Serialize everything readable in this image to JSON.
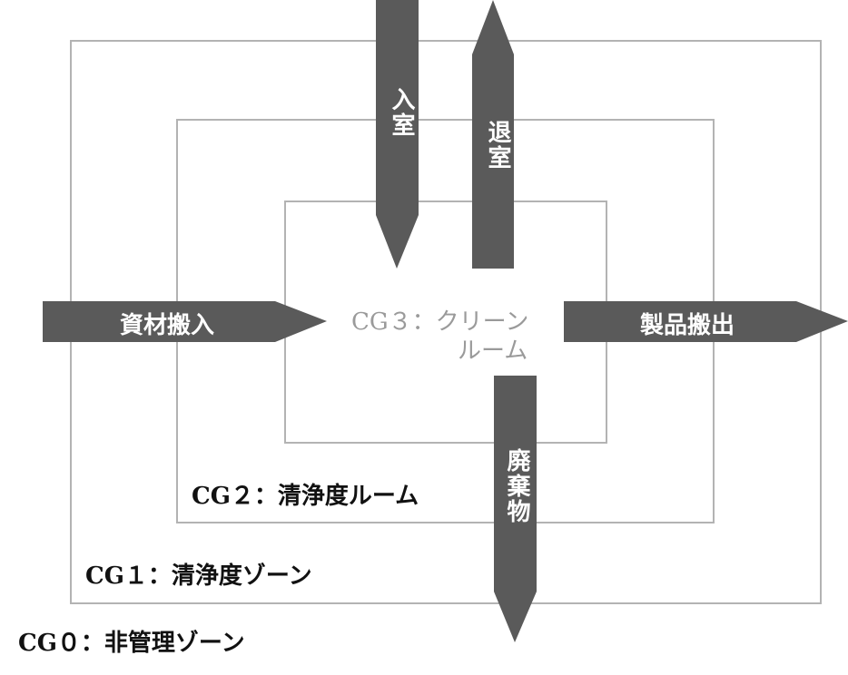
{
  "zones": {
    "cg0": "CG０：非管理ゾーン",
    "cg1": "CG１：清浄度ゾーン",
    "cg2": "CG２：清浄度ルーム",
    "cg3_line1": "CG３：クリーン",
    "cg3_line2": "ルーム"
  },
  "arrows": {
    "entry": "入室",
    "exit": "退室",
    "materials_in": "資材搬入",
    "products_out": "製品搬出",
    "waste": "廃棄物"
  },
  "colors": {
    "arrow_fill": "#5a5a5a",
    "zone_border": "#b3b3b3",
    "cg3_text": "#9a9a9a"
  }
}
